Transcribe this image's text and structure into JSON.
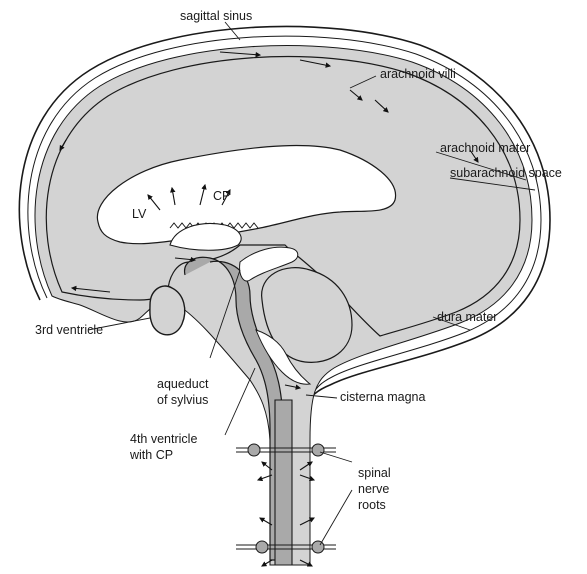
{
  "labels": {
    "sagittal_sinus": "sagittal sinus",
    "arachnoid_villi": "arachnoid villi",
    "arachnoid_mater": "arachnoid mater",
    "subarachnoid_space": "subarachnoid space",
    "lv": "LV",
    "cp": "CP",
    "third_ventricle": "3rd ventricle",
    "dura_mater": "dura mater",
    "aqueduct_line1": "aqueduct",
    "aqueduct_line2": "of sylvius",
    "cisterna_magna": "cisterna magna",
    "fourth_ventricle_line1": "4th ventricle",
    "fourth_ventricle_line2": "with CP",
    "spinal_line1": "spinal",
    "spinal_line2": "nerve",
    "spinal_line3": "roots"
  },
  "colors": {
    "csf_fill": "#d3d3d3",
    "brain_white": "#ffffff",
    "brainstem_fill": "#a9a9a9",
    "outline": "#1a1a1a"
  }
}
